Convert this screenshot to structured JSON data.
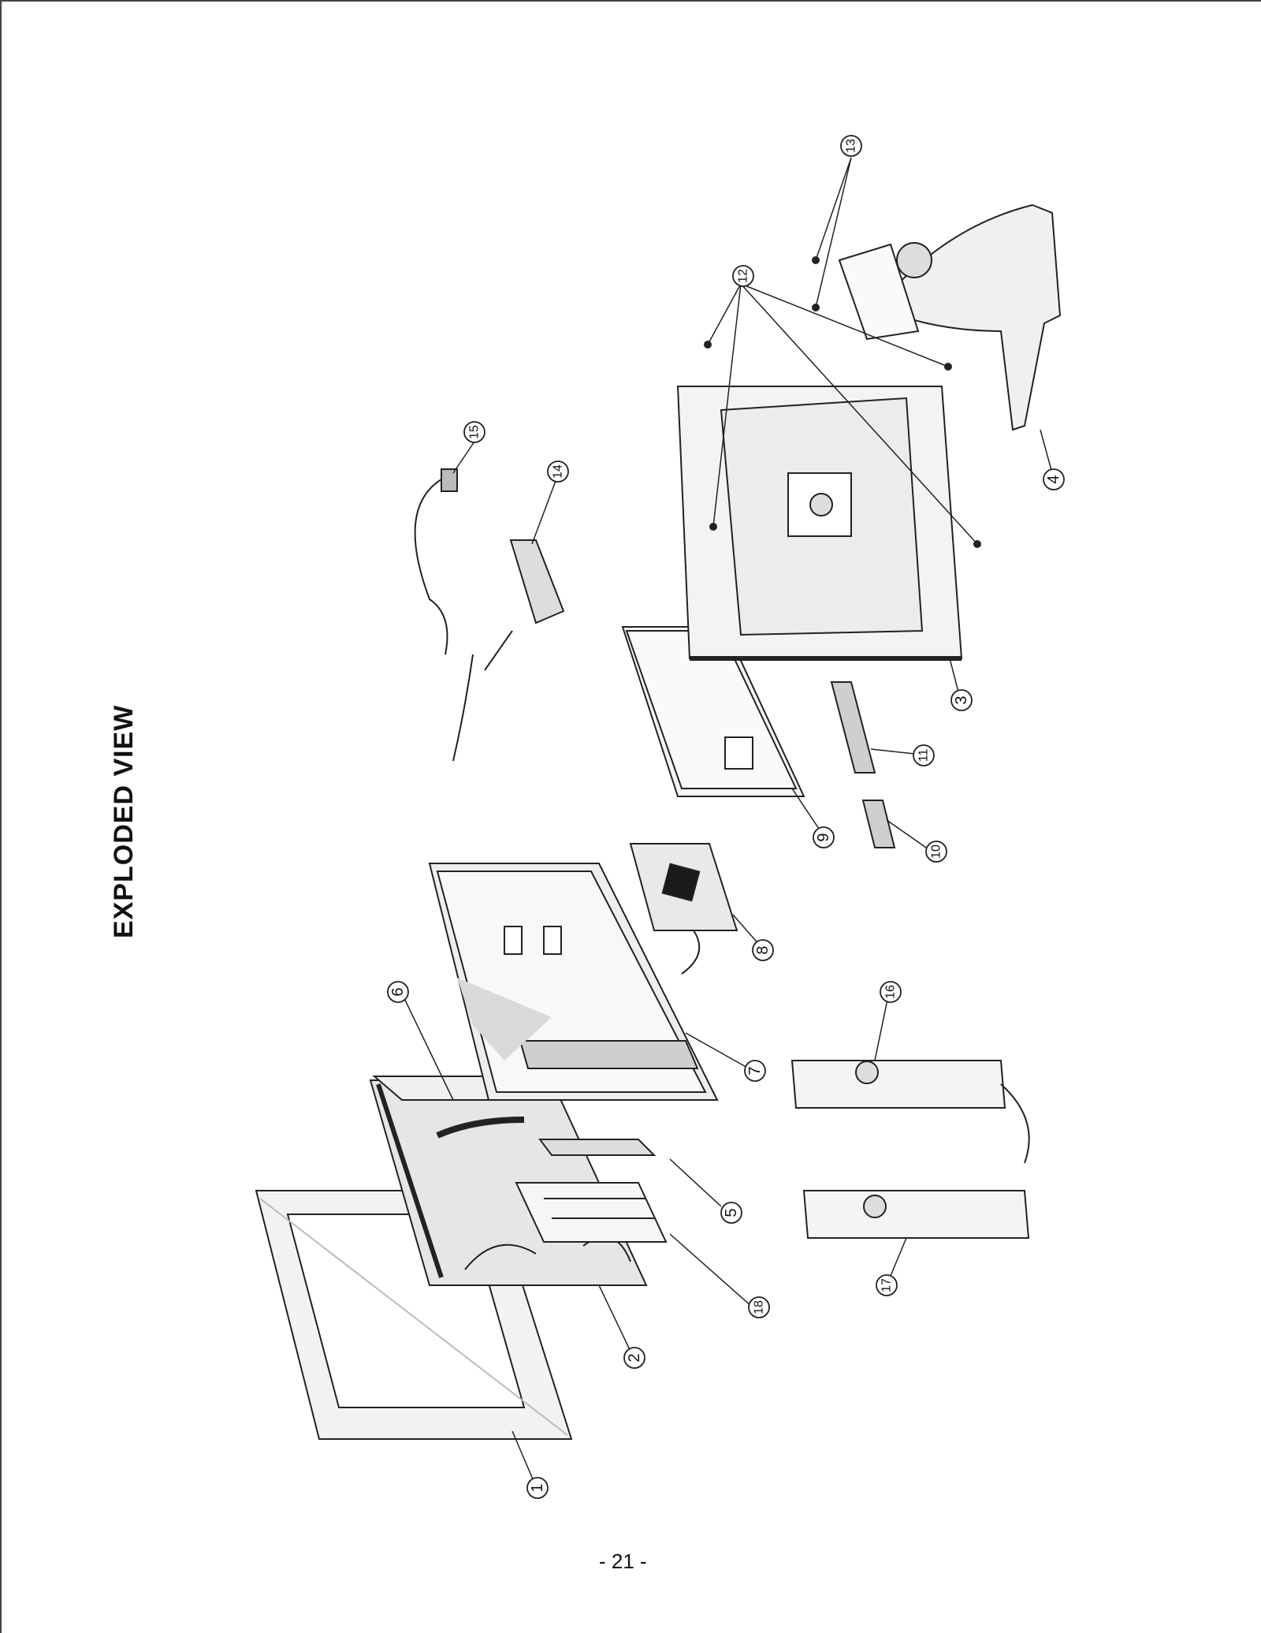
{
  "title": "EXPLODED VIEW",
  "page_number": "- 21 -",
  "callouts": {
    "c1": "1",
    "c2": "2",
    "c3": "3",
    "c4": "4",
    "c5": "5",
    "c6": "6",
    "c7": "7",
    "c8": "8",
    "c9": "9",
    "c10": "10",
    "c11": "11",
    "c12": "12",
    "c13": "13",
    "c14": "14",
    "c15": "15",
    "c16": "16",
    "c17": "17",
    "c18": "18"
  },
  "colors": {
    "line": "#222222",
    "shade": "#d6d6d6",
    "dark": "#1a1a1a"
  }
}
